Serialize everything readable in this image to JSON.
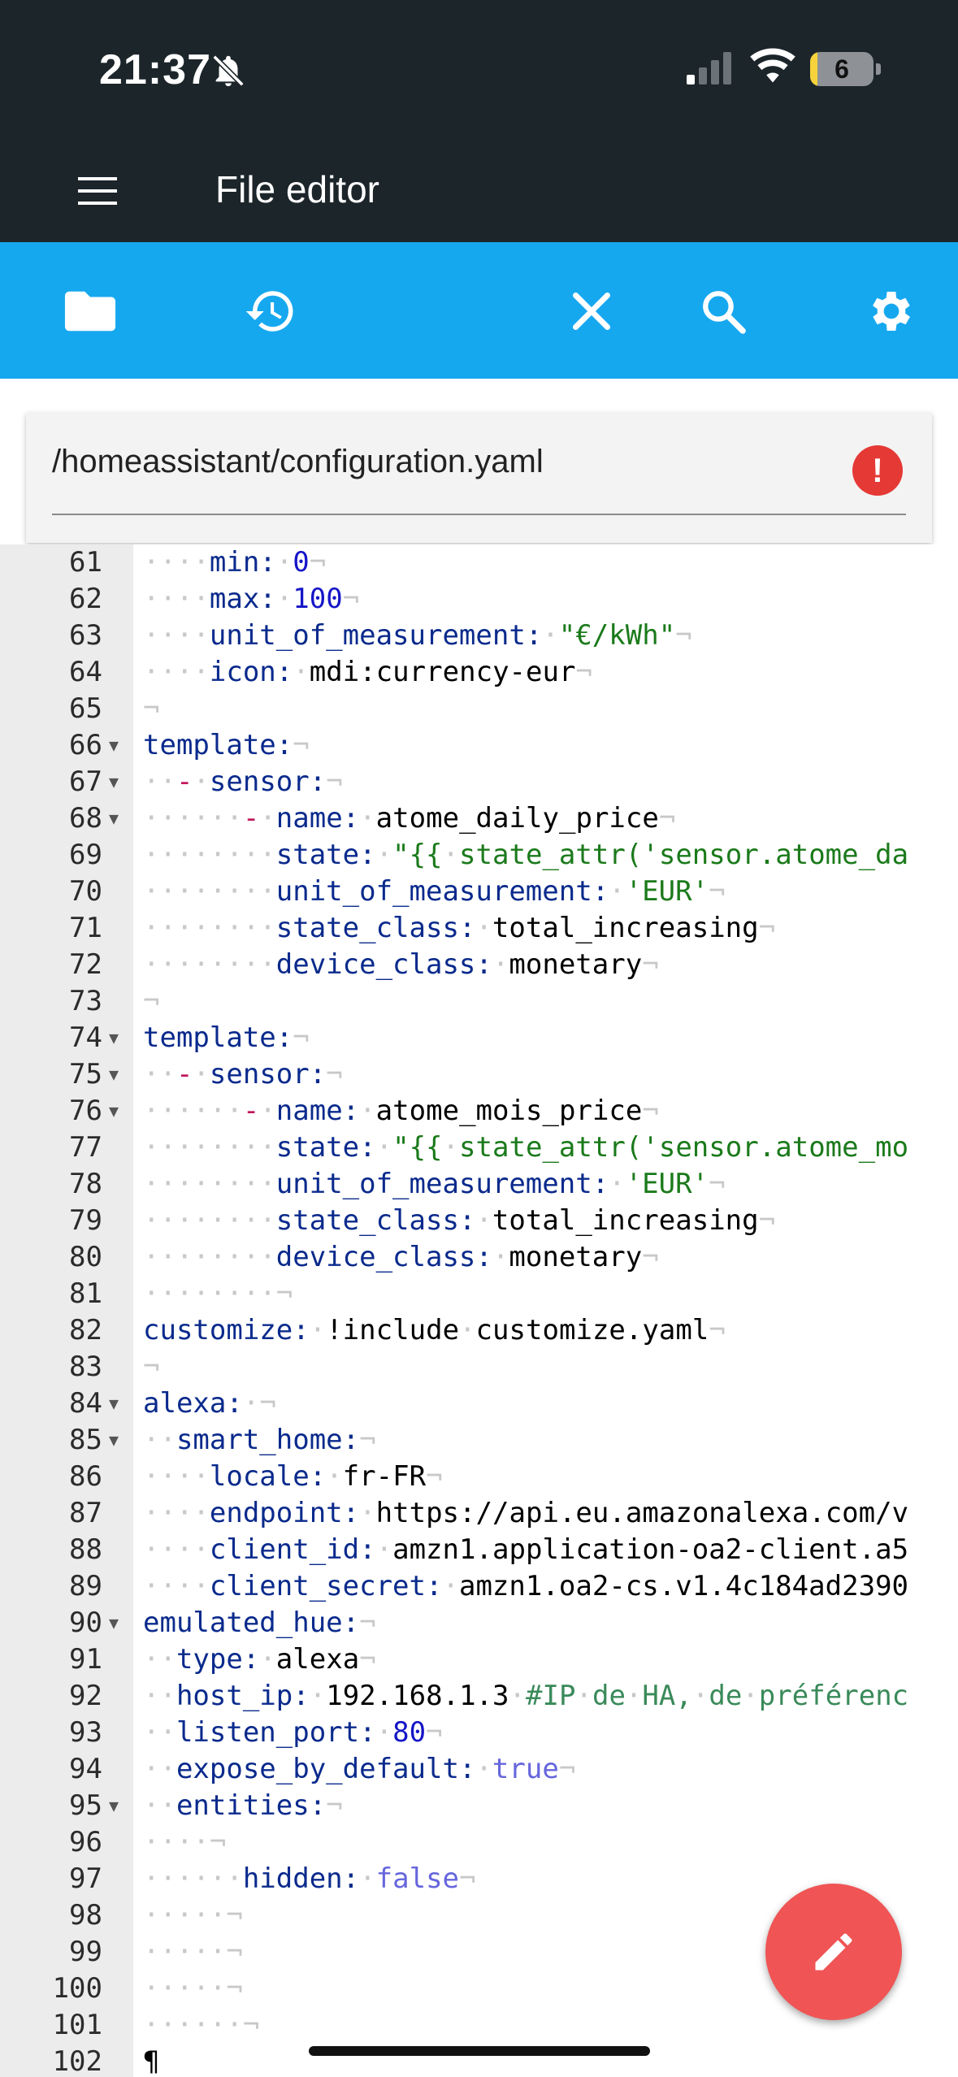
{
  "status": {
    "time": "21:37",
    "battery": "6"
  },
  "app": {
    "title": "File editor"
  },
  "toolbar": {
    "icons": [
      "folder-icon",
      "history-icon",
      "close-icon",
      "search-icon",
      "gear-icon"
    ]
  },
  "file": {
    "path": "/homeassistant/configuration.yaml",
    "error_mark": "!"
  },
  "editor": {
    "lines": [
      {
        "n": "61",
        "fold": false,
        "code": "····min:·0¬"
      },
      {
        "n": "62",
        "fold": false,
        "code": "····max:·100¬"
      },
      {
        "n": "63",
        "fold": false,
        "code": "····unit_of_measurement:·\"€/kWh\"¬"
      },
      {
        "n": "64",
        "fold": false,
        "code": "····icon:·mdi:currency-eur¬"
      },
      {
        "n": "65",
        "fold": false,
        "code": "¬"
      },
      {
        "n": "66",
        "fold": true,
        "code": "template:¬"
      },
      {
        "n": "67",
        "fold": true,
        "code": "··-·sensor:¬"
      },
      {
        "n": "68",
        "fold": true,
        "code": "······-·name:·atome_daily_price¬"
      },
      {
        "n": "69",
        "fold": false,
        "code": "········state:·\"{{·state_attr('sensor.atome_da"
      },
      {
        "n": "70",
        "fold": false,
        "code": "········unit_of_measurement:·'EUR'¬"
      },
      {
        "n": "71",
        "fold": false,
        "code": "········state_class:·total_increasing¬"
      },
      {
        "n": "72",
        "fold": false,
        "code": "········device_class:·monetary¬"
      },
      {
        "n": "73",
        "fold": false,
        "code": "¬"
      },
      {
        "n": "74",
        "fold": true,
        "code": "template:¬"
      },
      {
        "n": "75",
        "fold": true,
        "code": "··-·sensor:¬"
      },
      {
        "n": "76",
        "fold": true,
        "code": "······-·name:·atome_mois_price¬"
      },
      {
        "n": "77",
        "fold": false,
        "code": "········state:·\"{{·state_attr('sensor.atome_mo"
      },
      {
        "n": "78",
        "fold": false,
        "code": "········unit_of_measurement:·'EUR'¬"
      },
      {
        "n": "79",
        "fold": false,
        "code": "········state_class:·total_increasing¬"
      },
      {
        "n": "80",
        "fold": false,
        "code": "········device_class:·monetary¬"
      },
      {
        "n": "81",
        "fold": false,
        "code": "········¬"
      },
      {
        "n": "82",
        "fold": false,
        "code": "customize:·!include·customize.yaml¬"
      },
      {
        "n": "83",
        "fold": false,
        "code": "¬"
      },
      {
        "n": "84",
        "fold": true,
        "code": "alexa:·¬"
      },
      {
        "n": "85",
        "fold": true,
        "code": "··smart_home:¬"
      },
      {
        "n": "86",
        "fold": false,
        "code": "····locale:·fr-FR¬"
      },
      {
        "n": "87",
        "fold": false,
        "code": "····endpoint:·https://api.eu.amazonalexa.com/v"
      },
      {
        "n": "88",
        "fold": false,
        "code": "····client_id:·amzn1.application-oa2-client.a5"
      },
      {
        "n": "89",
        "fold": false,
        "code": "····client_secret:·amzn1.oa2-cs.v1.4c184ad2390"
      },
      {
        "n": "90",
        "fold": true,
        "code": "emulated_hue:¬"
      },
      {
        "n": "91",
        "fold": false,
        "code": "··type:·alexa¬"
      },
      {
        "n": "92",
        "fold": false,
        "code": "··host_ip:·192.168.1.3·#IP·de·HA,·de·préférenc"
      },
      {
        "n": "93",
        "fold": false,
        "code": "··listen_port:·80¬"
      },
      {
        "n": "94",
        "fold": false,
        "code": "··expose_by_default:·true¬"
      },
      {
        "n": "95",
        "fold": true,
        "code": "··entities:¬"
      },
      {
        "n": "96",
        "fold": false,
        "code": "····¬"
      },
      {
        "n": "97",
        "fold": false,
        "code": "······hidden:·false¬"
      },
      {
        "n": "98",
        "fold": false,
        "code": "·····¬"
      },
      {
        "n": "99",
        "fold": false,
        "code": "·····¬"
      },
      {
        "n": "100",
        "fold": false,
        "code": "·····¬"
      },
      {
        "n": "101",
        "fold": false,
        "code": "······¬"
      },
      {
        "n": "102",
        "fold": false,
        "code": "¶"
      }
    ]
  },
  "fab": {
    "icon": "pencil-icon"
  },
  "colors": {
    "toolbar": "#16a8ef",
    "appbar": "#1c252a",
    "fab": "#f05454",
    "error": "#e53935"
  }
}
